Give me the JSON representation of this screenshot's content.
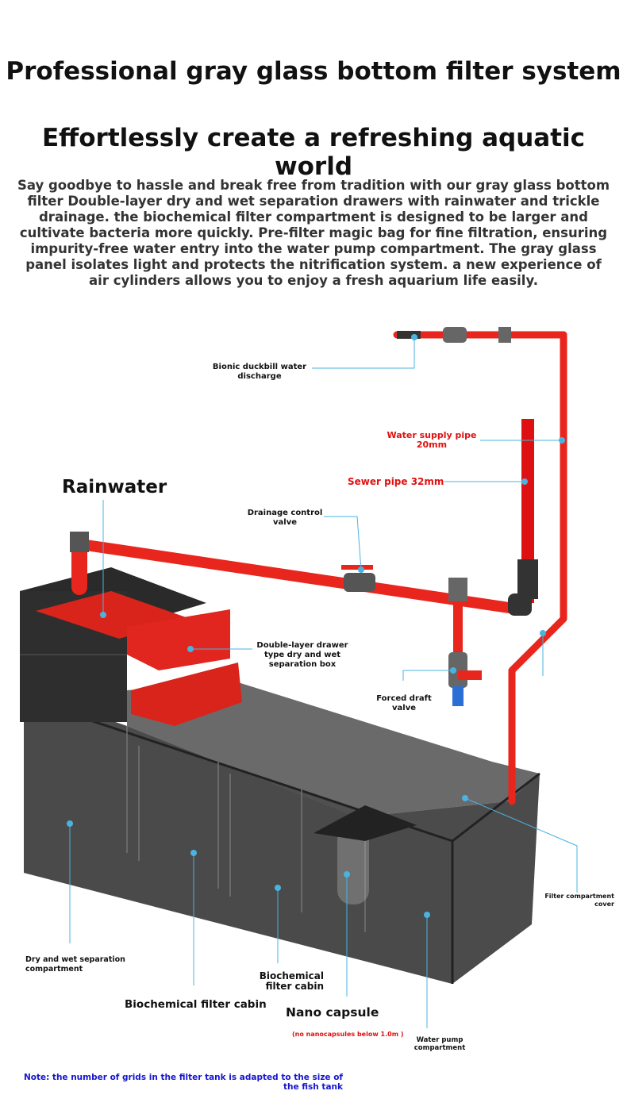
{
  "headline": "Professional gray glass bottom filter system",
  "subheadline": "Effortlessly create a refreshing aquatic world",
  "intro": "Say goodbye to hassle and break free from tradition with our gray glass bottom filter Double-layer dry and wet separation drawers with rainwater and trickle drainage. the biochemical filter compartment is designed to be larger and cultivate bacteria more quickly. Pre-filter magic bag for fine filtration, ensuring impurity-free water entry into the water pump compartment. The gray glass panel isolates light and protects the nitrification system. a new experience of air cylinders allows you to enjoy a fresh aquarium life easily.",
  "labels": {
    "rainwater": "Rainwater",
    "duckbill": "Bionic duckbill water discharge",
    "water_supply": "Water supply pipe 20mm",
    "sewer": "Sewer pipe 32mm",
    "drainage_valve": "Drainage control valve",
    "drawer": "Double-layer drawer type dry and wet separation box",
    "forced_draft": "Forced draft valve",
    "cover": "Filter compartment cover",
    "dry_wet": "Dry and wet separation compartment",
    "bio_cabin_1": "Biochemical filter cabin",
    "bio_cabin_2": "Biochemical filter cabin",
    "nano": "Nano capsule",
    "nano_note": "(no nanocapsules below 1.0m )",
    "pump": "Water pump compartment"
  },
  "note": "Note: the number of grids in the filter tank is adapted to the size of the fish tank",
  "colors": {
    "pipe": "#e8261e",
    "leader": "#4ab3e0",
    "tank": "#3c3c3c",
    "note": "#1515d0",
    "accent_red": "#e01010"
  }
}
